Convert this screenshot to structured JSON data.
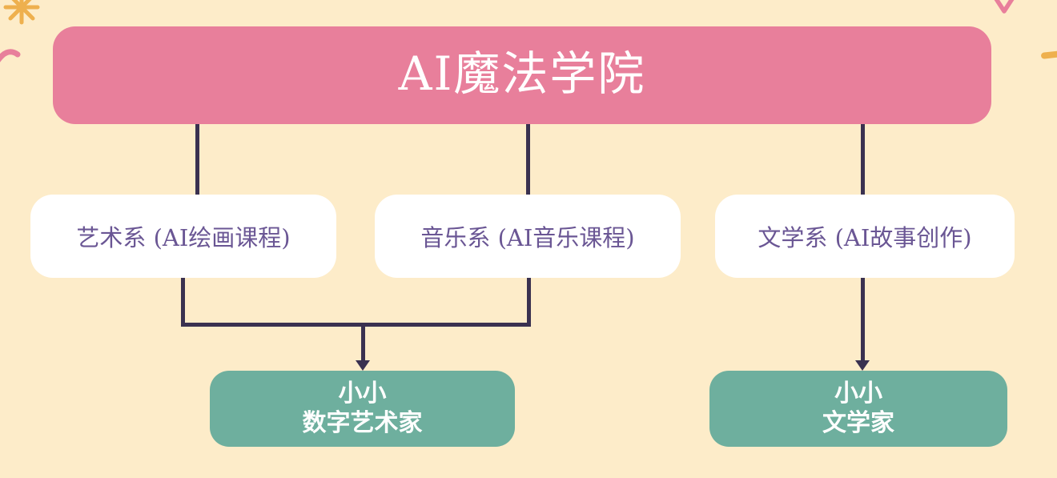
{
  "diagram": {
    "root": {
      "label": "AI魔法学院"
    },
    "departments": [
      {
        "id": "art",
        "label": "艺术系 (AI绘画课程)"
      },
      {
        "id": "music",
        "label": "音乐系 (AI音乐课程)"
      },
      {
        "id": "literature",
        "label": "文学系 (AI故事创作)"
      }
    ],
    "outcomes": [
      {
        "id": "digital-artist",
        "line1": "小小",
        "line2": "数字艺术家"
      },
      {
        "id": "writer",
        "line1": "小小",
        "line2": "文学家"
      }
    ],
    "edges": [
      {
        "from": "root",
        "to": "art"
      },
      {
        "from": "root",
        "to": "music"
      },
      {
        "from": "root",
        "to": "literature"
      },
      {
        "from": "art",
        "to": "digital-artist"
      },
      {
        "from": "music",
        "to": "digital-artist"
      },
      {
        "from": "literature",
        "to": "writer"
      }
    ]
  },
  "colors": {
    "background": "#fdecc9",
    "root_node": "#e87f9b",
    "root_text": "#ffffff",
    "dept_node": "#ffffff",
    "dept_text": "#6a5694",
    "leaf_node": "#6eaf9e",
    "leaf_text": "#ffffff",
    "connector": "#3a3150",
    "decoration_yellow": "#eeb04e",
    "decoration_pink": "#e87f9b"
  },
  "decorations": [
    {
      "name": "sparkle-top-left",
      "color": "#eeb04e"
    },
    {
      "name": "swoosh-left-edge",
      "color": "#e87f9b"
    },
    {
      "name": "v-top-right",
      "color": "#e87f9b"
    },
    {
      "name": "bar-right-edge",
      "color": "#eeb04e"
    }
  ]
}
